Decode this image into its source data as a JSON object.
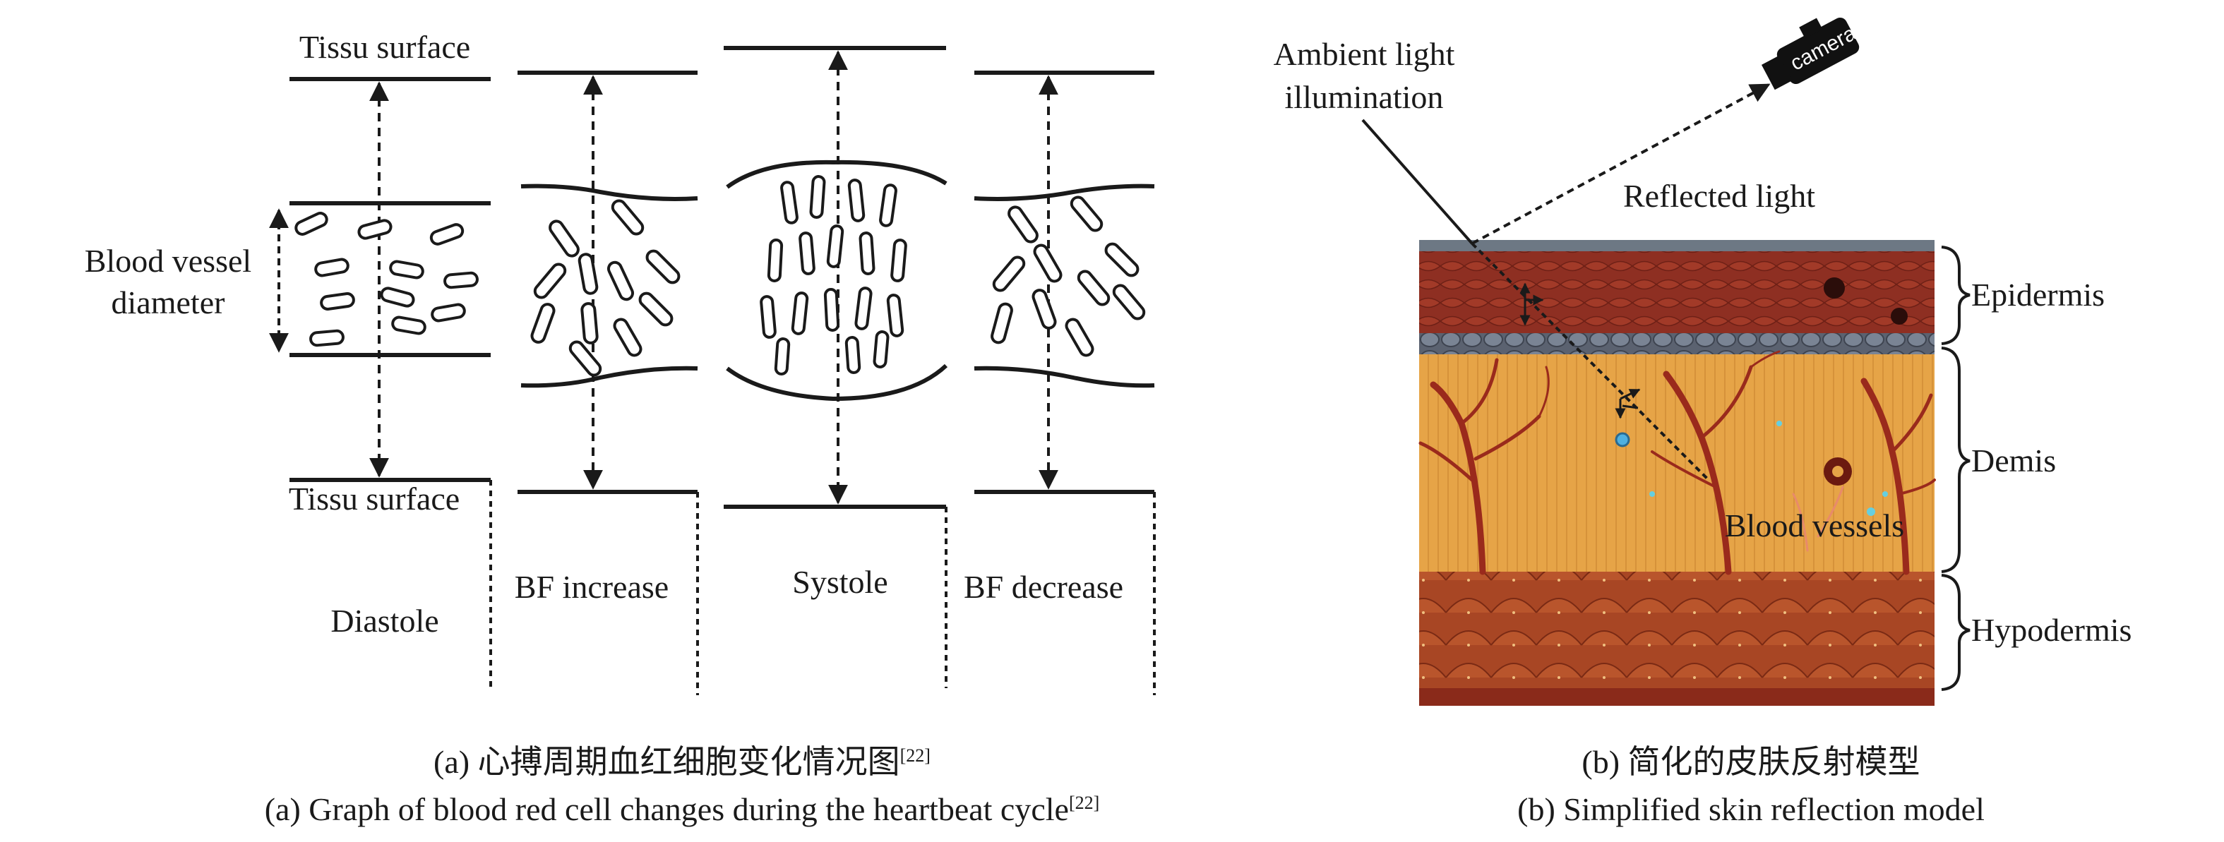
{
  "panel_a": {
    "label_top_surface": "Tissu surface",
    "label_bottom_surface": "Tissu surface",
    "label_vessel_line1": "Blood vessel",
    "label_vessel_line2": "diameter",
    "phases": [
      "Diastole",
      "BF increase",
      "Systole",
      "BF decrease"
    ],
    "caption_cn": "(a) 心搏周期血红细胞变化情况图",
    "caption_cn_ref": "[22]",
    "caption_en": "(a) Graph of blood red cell changes during the heartbeat cycle",
    "caption_en_ref": "[22]"
  },
  "panel_b": {
    "ambient_line1": "Ambient light",
    "ambient_line2": "illumination",
    "camera_label": "camera",
    "reflected_label": "Reflected light",
    "blood_vessels_label": "Blood vessels",
    "layers": [
      "Epidermis",
      "Demis",
      "Hypodermis"
    ],
    "caption_cn": "(b) 简化的皮肤反射模型",
    "caption_en": "(b) Simplified skin reflection model"
  },
  "colors": {
    "ink": "#1a1a1a",
    "epidermis": "#8e2f22",
    "dermis": "#e6a447",
    "hypodermis": "#a84624",
    "vessel": "#9a2a1c"
  }
}
